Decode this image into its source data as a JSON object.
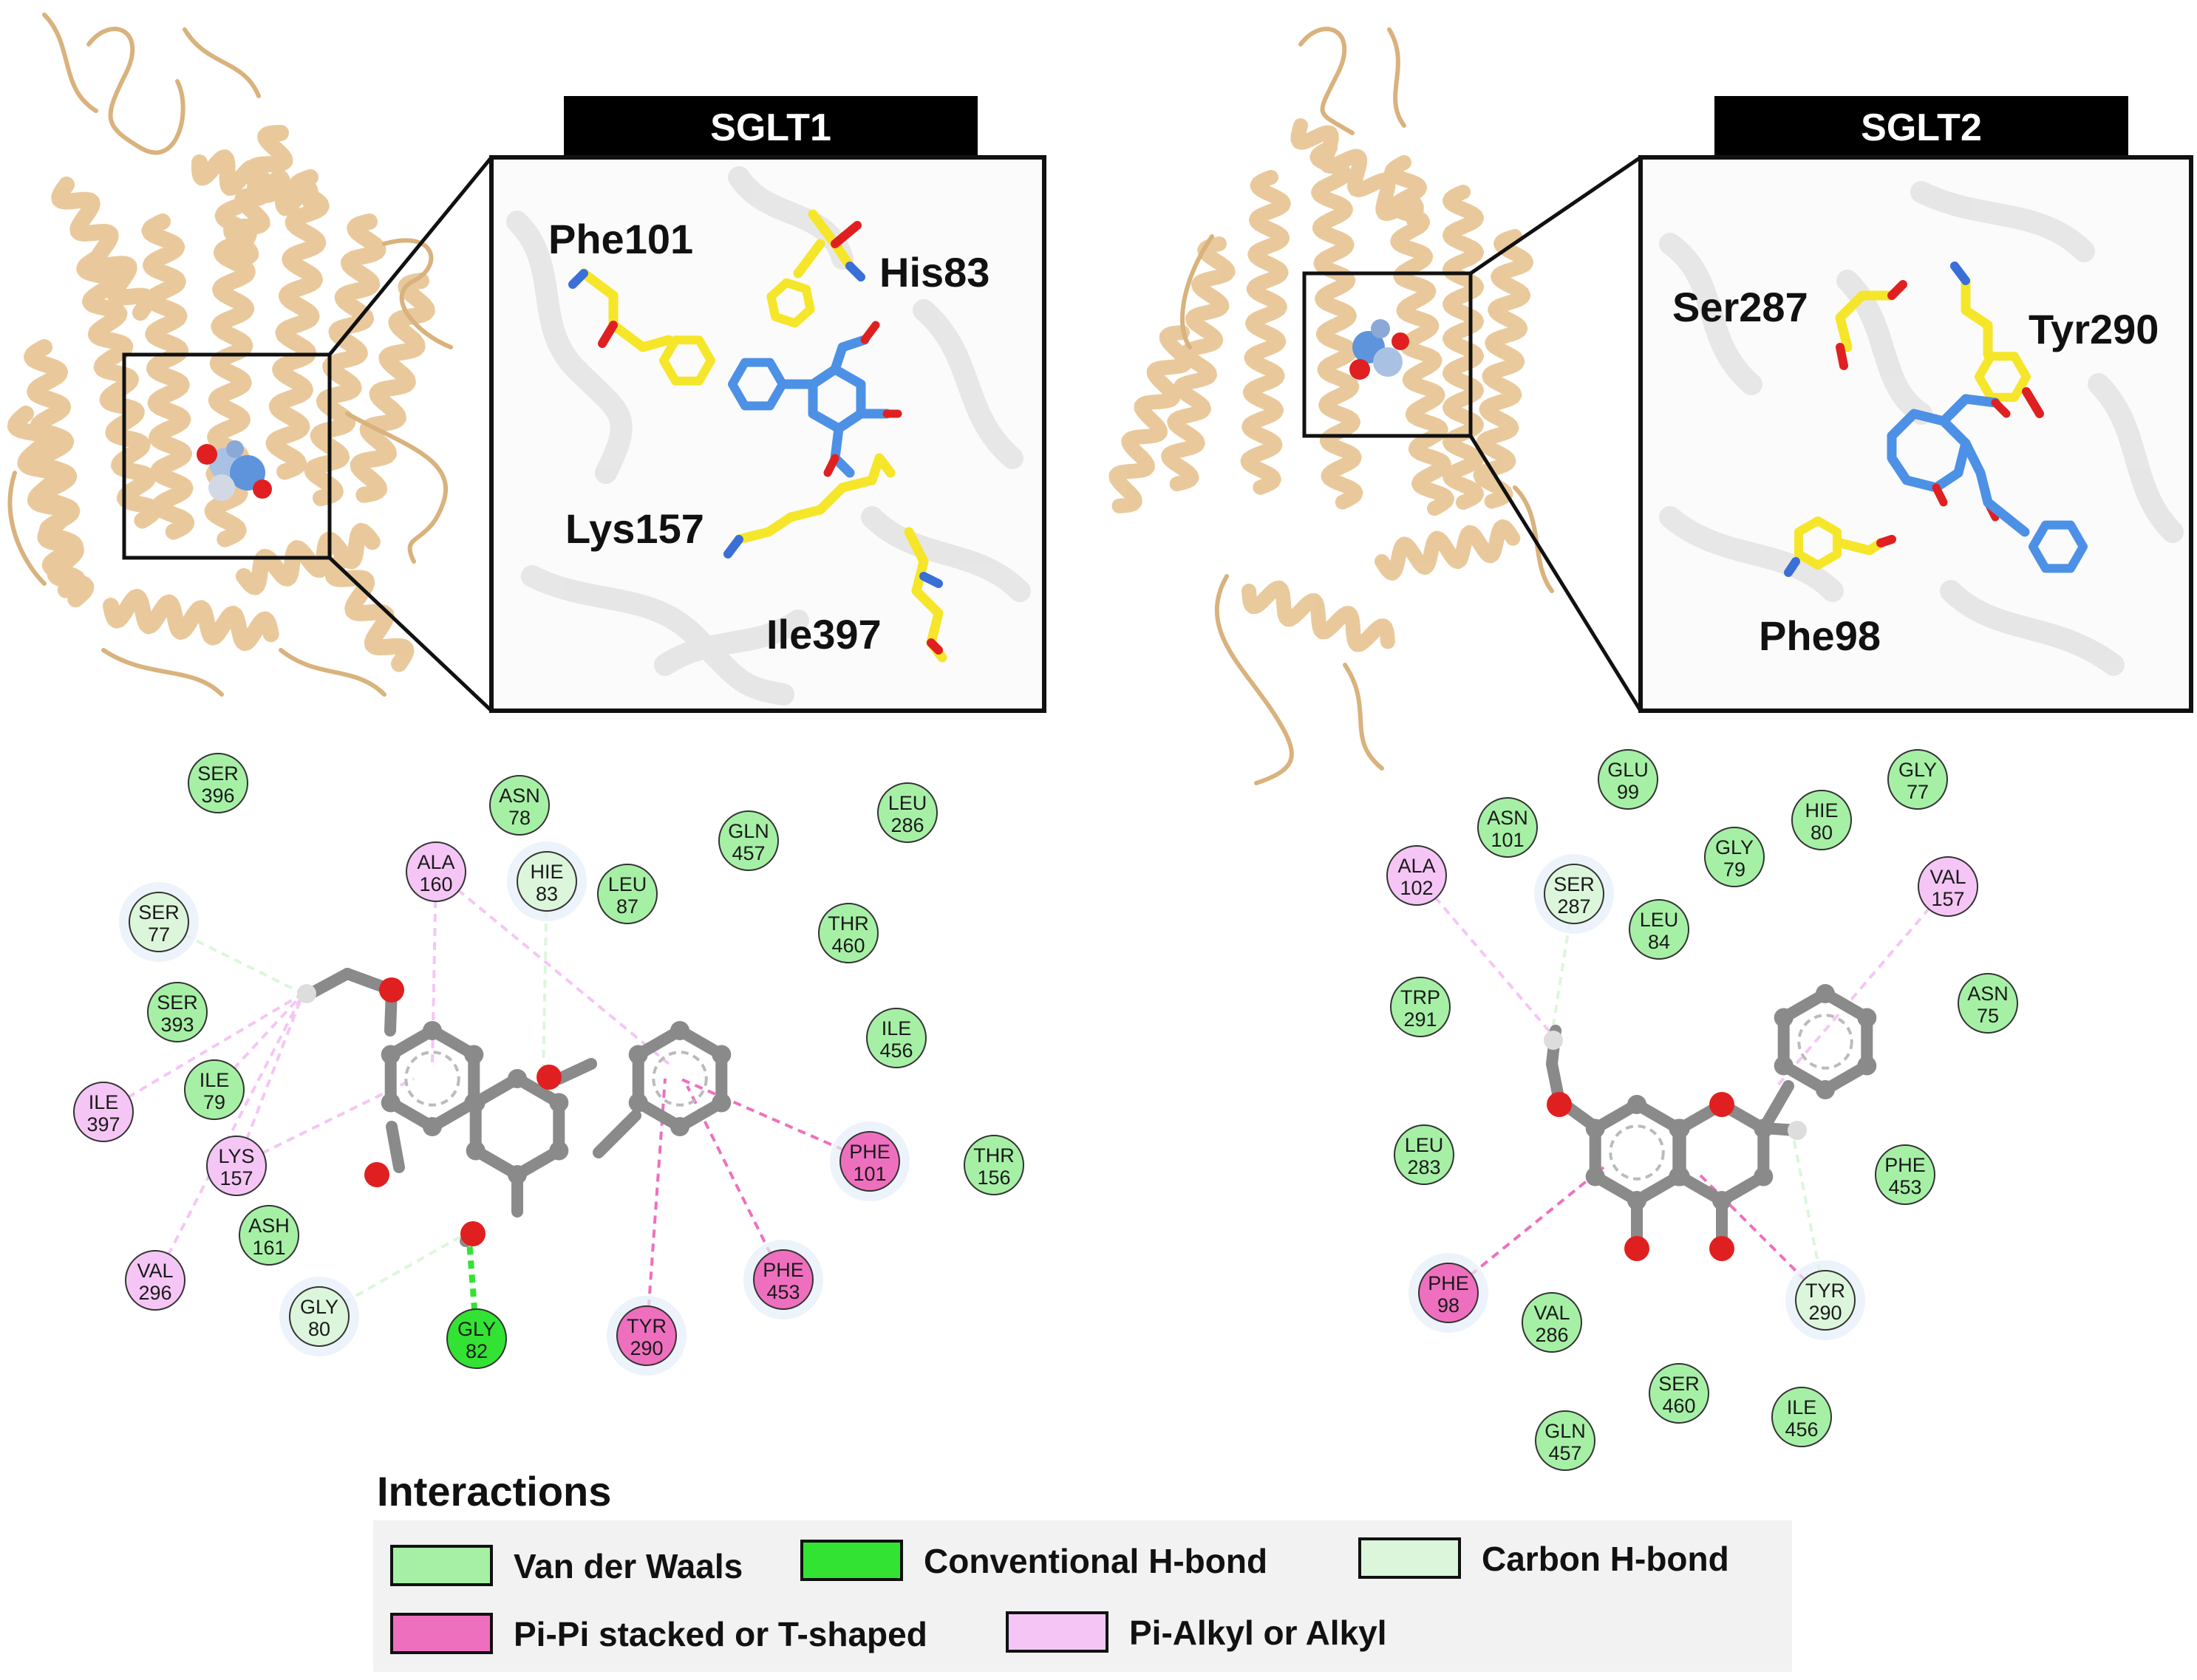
{
  "colors": {
    "vdw": "#a6f0a6",
    "conv_hbond": "#33e333",
    "carbon_hbond": "#dcf6dc",
    "pipi": "#ef6fbf",
    "pialkyl": "#f5c6f5",
    "protein": "#e8c797",
    "ligand": "#4d91e6",
    "residue_stick": "#f6e62a",
    "oxygen": "#e02020",
    "atom_gray": "#888888"
  },
  "panels": [
    {
      "name": "SGLT1",
      "header": "SGLT1",
      "residue_labels": [
        "Phe101",
        "His83",
        "Lys157",
        "Ile397"
      ],
      "residues": [
        {
          "l1": "SER",
          "l2": "396",
          "type": "vdw"
        },
        {
          "l1": "ASN",
          "l2": "78",
          "type": "vdw"
        },
        {
          "l1": "LEU",
          "l2": "286",
          "type": "vdw"
        },
        {
          "l1": "GLN",
          "l2": "457",
          "type": "vdw"
        },
        {
          "l1": "ALA",
          "l2": "160",
          "type": "pialkyl"
        },
        {
          "l1": "HIE",
          "l2": "83",
          "type": "carbon_hbond"
        },
        {
          "l1": "LEU",
          "l2": "87",
          "type": "vdw"
        },
        {
          "l1": "SER",
          "l2": "77",
          "type": "carbon_hbond"
        },
        {
          "l1": "THR",
          "l2": "460",
          "type": "vdw"
        },
        {
          "l1": "SER",
          "l2": "393",
          "type": "vdw"
        },
        {
          "l1": "ILE",
          "l2": "456",
          "type": "vdw"
        },
        {
          "l1": "ILE",
          "l2": "397",
          "type": "pialkyl"
        },
        {
          "l1": "ILE",
          "l2": "79",
          "type": "vdw"
        },
        {
          "l1": "LYS",
          "l2": "157",
          "type": "pialkyl"
        },
        {
          "l1": "PHE",
          "l2": "101",
          "type": "pipi"
        },
        {
          "l1": "THR",
          "l2": "156",
          "type": "vdw"
        },
        {
          "l1": "ASH",
          "l2": "161",
          "type": "vdw"
        },
        {
          "l1": "VAL",
          "l2": "296",
          "type": "pialkyl"
        },
        {
          "l1": "GLY",
          "l2": "80",
          "type": "carbon_hbond"
        },
        {
          "l1": "GLY",
          "l2": "82",
          "type": "conv_hbond"
        },
        {
          "l1": "TYR",
          "l2": "290",
          "type": "pipi"
        },
        {
          "l1": "PHE",
          "l2": "453",
          "type": "pipi"
        }
      ]
    },
    {
      "name": "SGLT2",
      "header": "SGLT2",
      "residue_labels": [
        "Ser287",
        "Tyr290",
        "Phe98"
      ],
      "residues": [
        {
          "l1": "GLU",
          "l2": "99",
          "type": "vdw"
        },
        {
          "l1": "GLY",
          "l2": "77",
          "type": "vdw"
        },
        {
          "l1": "ASN",
          "l2": "101",
          "type": "vdw"
        },
        {
          "l1": "HIE",
          "l2": "80",
          "type": "vdw"
        },
        {
          "l1": "GLY",
          "l2": "79",
          "type": "vdw"
        },
        {
          "l1": "ALA",
          "l2": "102",
          "type": "pialkyl"
        },
        {
          "l1": "SER",
          "l2": "287",
          "type": "carbon_hbond"
        },
        {
          "l1": "VAL",
          "l2": "157",
          "type": "pialkyl"
        },
        {
          "l1": "LEU",
          "l2": "84",
          "type": "vdw"
        },
        {
          "l1": "TRP",
          "l2": "291",
          "type": "vdw"
        },
        {
          "l1": "ASN",
          "l2": "75",
          "type": "vdw"
        },
        {
          "l1": "LEU",
          "l2": "283",
          "type": "vdw"
        },
        {
          "l1": "PHE",
          "l2": "453",
          "type": "vdw"
        },
        {
          "l1": "PHE",
          "l2": "98",
          "type": "pipi"
        },
        {
          "l1": "VAL",
          "l2": "286",
          "type": "vdw"
        },
        {
          "l1": "TYR",
          "l2": "290",
          "type": "carbon_hbond"
        },
        {
          "l1": "SER",
          "l2": "460",
          "type": "vdw"
        },
        {
          "l1": "ILE",
          "l2": "456",
          "type": "vdw"
        },
        {
          "l1": "GLN",
          "l2": "457",
          "type": "vdw"
        }
      ]
    }
  ],
  "legend": {
    "title": "Interactions",
    "items": [
      {
        "key": "vdw",
        "label": "Van der Waals"
      },
      {
        "key": "conv_hbond",
        "label": "Conventional H-bond"
      },
      {
        "key": "carbon_hbond",
        "label": "Carbon H-bond"
      },
      {
        "key": "pipi",
        "label": "Pi-Pi stacked or T-shaped"
      },
      {
        "key": "pialkyl",
        "label": "Pi-Alkyl or Alkyl"
      }
    ]
  }
}
